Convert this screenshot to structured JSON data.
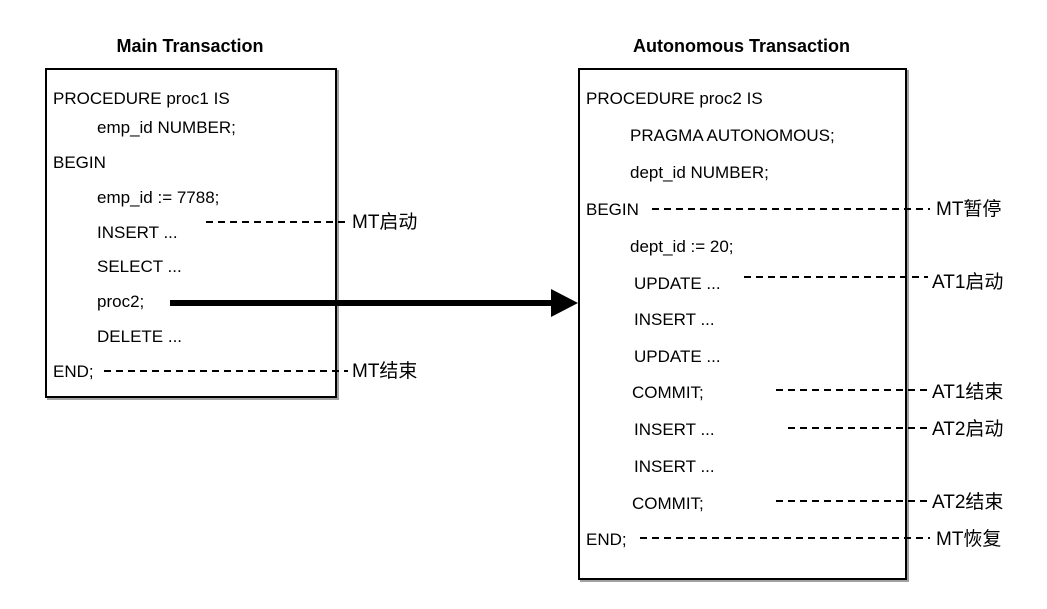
{
  "left_box": {
    "title": "Main Transaction",
    "code_lines": [
      "PROCEDURE proc1 IS",
      "emp_id NUMBER;",
      "BEGIN",
      "emp_id := 7788;",
      "INSERT ...",
      "SELECT ...",
      "proc2;",
      "DELETE ...",
      "END;"
    ]
  },
  "right_box": {
    "title": "Autonomous Transaction",
    "code_lines": [
      "PROCEDURE proc2 IS",
      "PRAGMA AUTONOMOUS;",
      "dept_id NUMBER;",
      "BEGIN",
      "dept_id := 20;",
      "UPDATE ...",
      "INSERT ...",
      "UPDATE ...",
      "COMMIT;",
      "INSERT ...",
      "INSERT ...",
      "COMMIT;",
      "END;"
    ]
  },
  "annotations": {
    "mt_start": "MT启动",
    "mt_end": "MT结束",
    "mt_pause": "MT暂停",
    "at1_start": "AT1启动",
    "at1_end": "AT1结束",
    "at2_start": "AT2启动",
    "at2_end": "AT2结束",
    "mt_resume": "MT恢复"
  },
  "colors": {
    "ink": "#000000",
    "background": "#ffffff"
  }
}
